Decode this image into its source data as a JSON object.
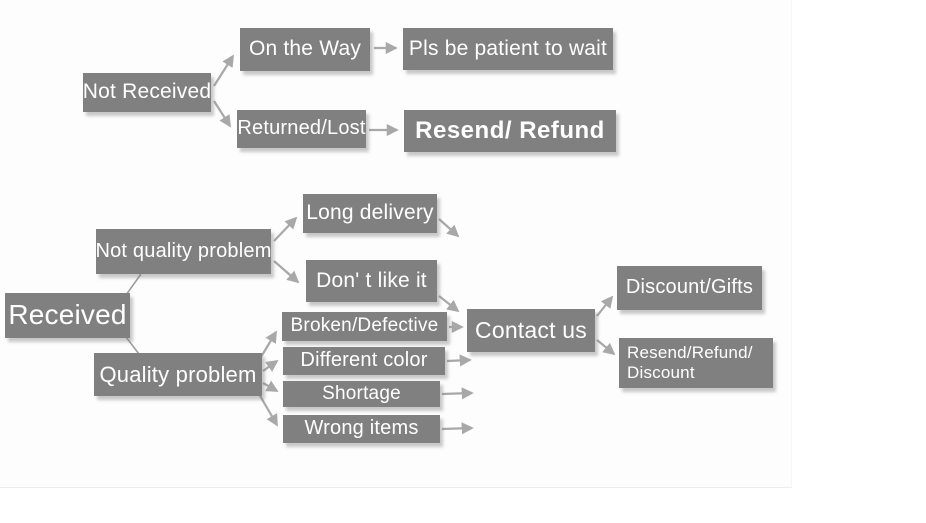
{
  "page": {
    "background": "#ffffff",
    "content_background": "#fdfdfd"
  },
  "style": {
    "box_color": "#808080",
    "box_text_color": "#ffffff",
    "arrow_color": "#a8a8a8",
    "shadow_color": "#b4b4b4"
  },
  "nodes": [
    {
      "id": "not-received",
      "label": "Not Received"
    },
    {
      "id": "on-the-way",
      "label": "On the Way"
    },
    {
      "id": "pls-be-patient",
      "label": "Pls be patient to wait"
    },
    {
      "id": "returned-lost",
      "label": "Returned/Lost"
    },
    {
      "id": "resend-refund",
      "label": "Resend/ Refund"
    },
    {
      "id": "received",
      "label": "Received"
    },
    {
      "id": "not-quality-problem",
      "label": "Not quality problem"
    },
    {
      "id": "quality-problem",
      "label": "Quality problem"
    },
    {
      "id": "long-delivery",
      "label": "Long delivery"
    },
    {
      "id": "dont-like-it",
      "label": "Don' t like it"
    },
    {
      "id": "broken-defective",
      "label": "Broken/Defective"
    },
    {
      "id": "different-color",
      "label": "Different color"
    },
    {
      "id": "shortage",
      "label": "Shortage"
    },
    {
      "id": "wrong-items",
      "label": "Wrong items"
    },
    {
      "id": "contact-us",
      "label": "Contact us"
    },
    {
      "id": "discount-gifts",
      "label": "Discount/Gifts"
    },
    {
      "id": "resend-refund-discount",
      "label": "Resend/Refund/ Discount",
      "line1": "Resend/Refund/",
      "line2": "Discount"
    }
  ],
  "edges": [
    {
      "from": "Not Received",
      "to": "On the Way"
    },
    {
      "from": "Not Received",
      "to": "Returned/Lost"
    },
    {
      "from": "On the Way",
      "to": "Pls be patient to wait"
    },
    {
      "from": "Returned/Lost",
      "to": "Resend/ Refund"
    },
    {
      "from": "Received",
      "to": "Not quality problem"
    },
    {
      "from": "Received",
      "to": "Quality problem"
    },
    {
      "from": "Not quality problem",
      "to": "Long delivery"
    },
    {
      "from": "Not quality problem",
      "to": "Don' t like it"
    },
    {
      "from": "Long delivery",
      "to": "Contact us"
    },
    {
      "from": "Don' t like it",
      "to": "Contact us"
    },
    {
      "from": "Quality problem",
      "to": "Broken/Defective"
    },
    {
      "from": "Quality problem",
      "to": "Different color"
    },
    {
      "from": "Quality problem",
      "to": "Shortage"
    },
    {
      "from": "Quality problem",
      "to": "Wrong items"
    },
    {
      "from": "Broken/Defective",
      "to": "Contact us"
    },
    {
      "from": "Different color",
      "to": "Contact us"
    },
    {
      "from": "Shortage",
      "to": "Contact us"
    },
    {
      "from": "Wrong items",
      "to": "Contact us"
    },
    {
      "from": "Contact us",
      "to": "Discount/Gifts"
    },
    {
      "from": "Contact us",
      "to": "Resend/Refund/ Discount"
    }
  ]
}
